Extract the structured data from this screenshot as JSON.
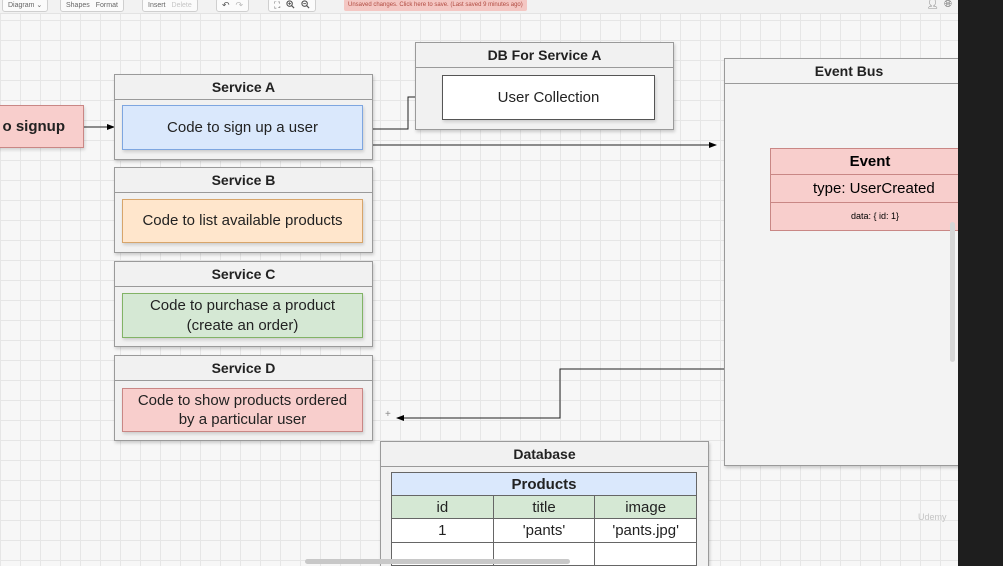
{
  "toolbar": {
    "diagram_menu": "Diagram ⌄",
    "shapes": "Shapes",
    "format": "Format",
    "insert": "Insert",
    "delete": "Delete",
    "unsaved_notice": "Unsaved changes. Click here to save. (Last saved 9 minutes ago)"
  },
  "icons": {
    "undo": "undo-icon",
    "redo": "redo-icon",
    "fullscreen": "fullscreen-icon",
    "zoom_in": "zoom-in-icon",
    "zoom_out": "zoom-out-icon",
    "user": "user-icon",
    "globe": "globe-icon"
  },
  "diagram": {
    "signup_label": "o signup",
    "services": [
      {
        "title": "Service A",
        "body": "Code to sign up a user"
      },
      {
        "title": "Service B",
        "body": "Code to list available products"
      },
      {
        "title": "Service C",
        "body": "Code to purchase a product\n(create an order)"
      },
      {
        "title": "Service D",
        "body": "Code to show products ordered\nby a particular user"
      }
    ],
    "db_service_a": {
      "title": "DB For Service A",
      "body": "User Collection"
    },
    "event_bus": {
      "title": "Event Bus"
    },
    "event": {
      "title": "Event",
      "type": "type: UserCreated",
      "data": "data: { id: 1}"
    },
    "database": {
      "title": "Database",
      "table_name": "Products",
      "columns": [
        "id",
        "title",
        "image"
      ],
      "rows": [
        [
          "1",
          "'pants'",
          "'pants.jpg'"
        ],
        [
          "",
          "",
          ""
        ]
      ]
    },
    "watermark": "Udemy"
  },
  "colors": {
    "blue_fill": "#dae8fc",
    "orange_fill": "#ffe6cc",
    "green_fill": "#d5e8d4",
    "red_fill": "#f8cecc",
    "unsaved_bg": "#f4c7c3"
  }
}
